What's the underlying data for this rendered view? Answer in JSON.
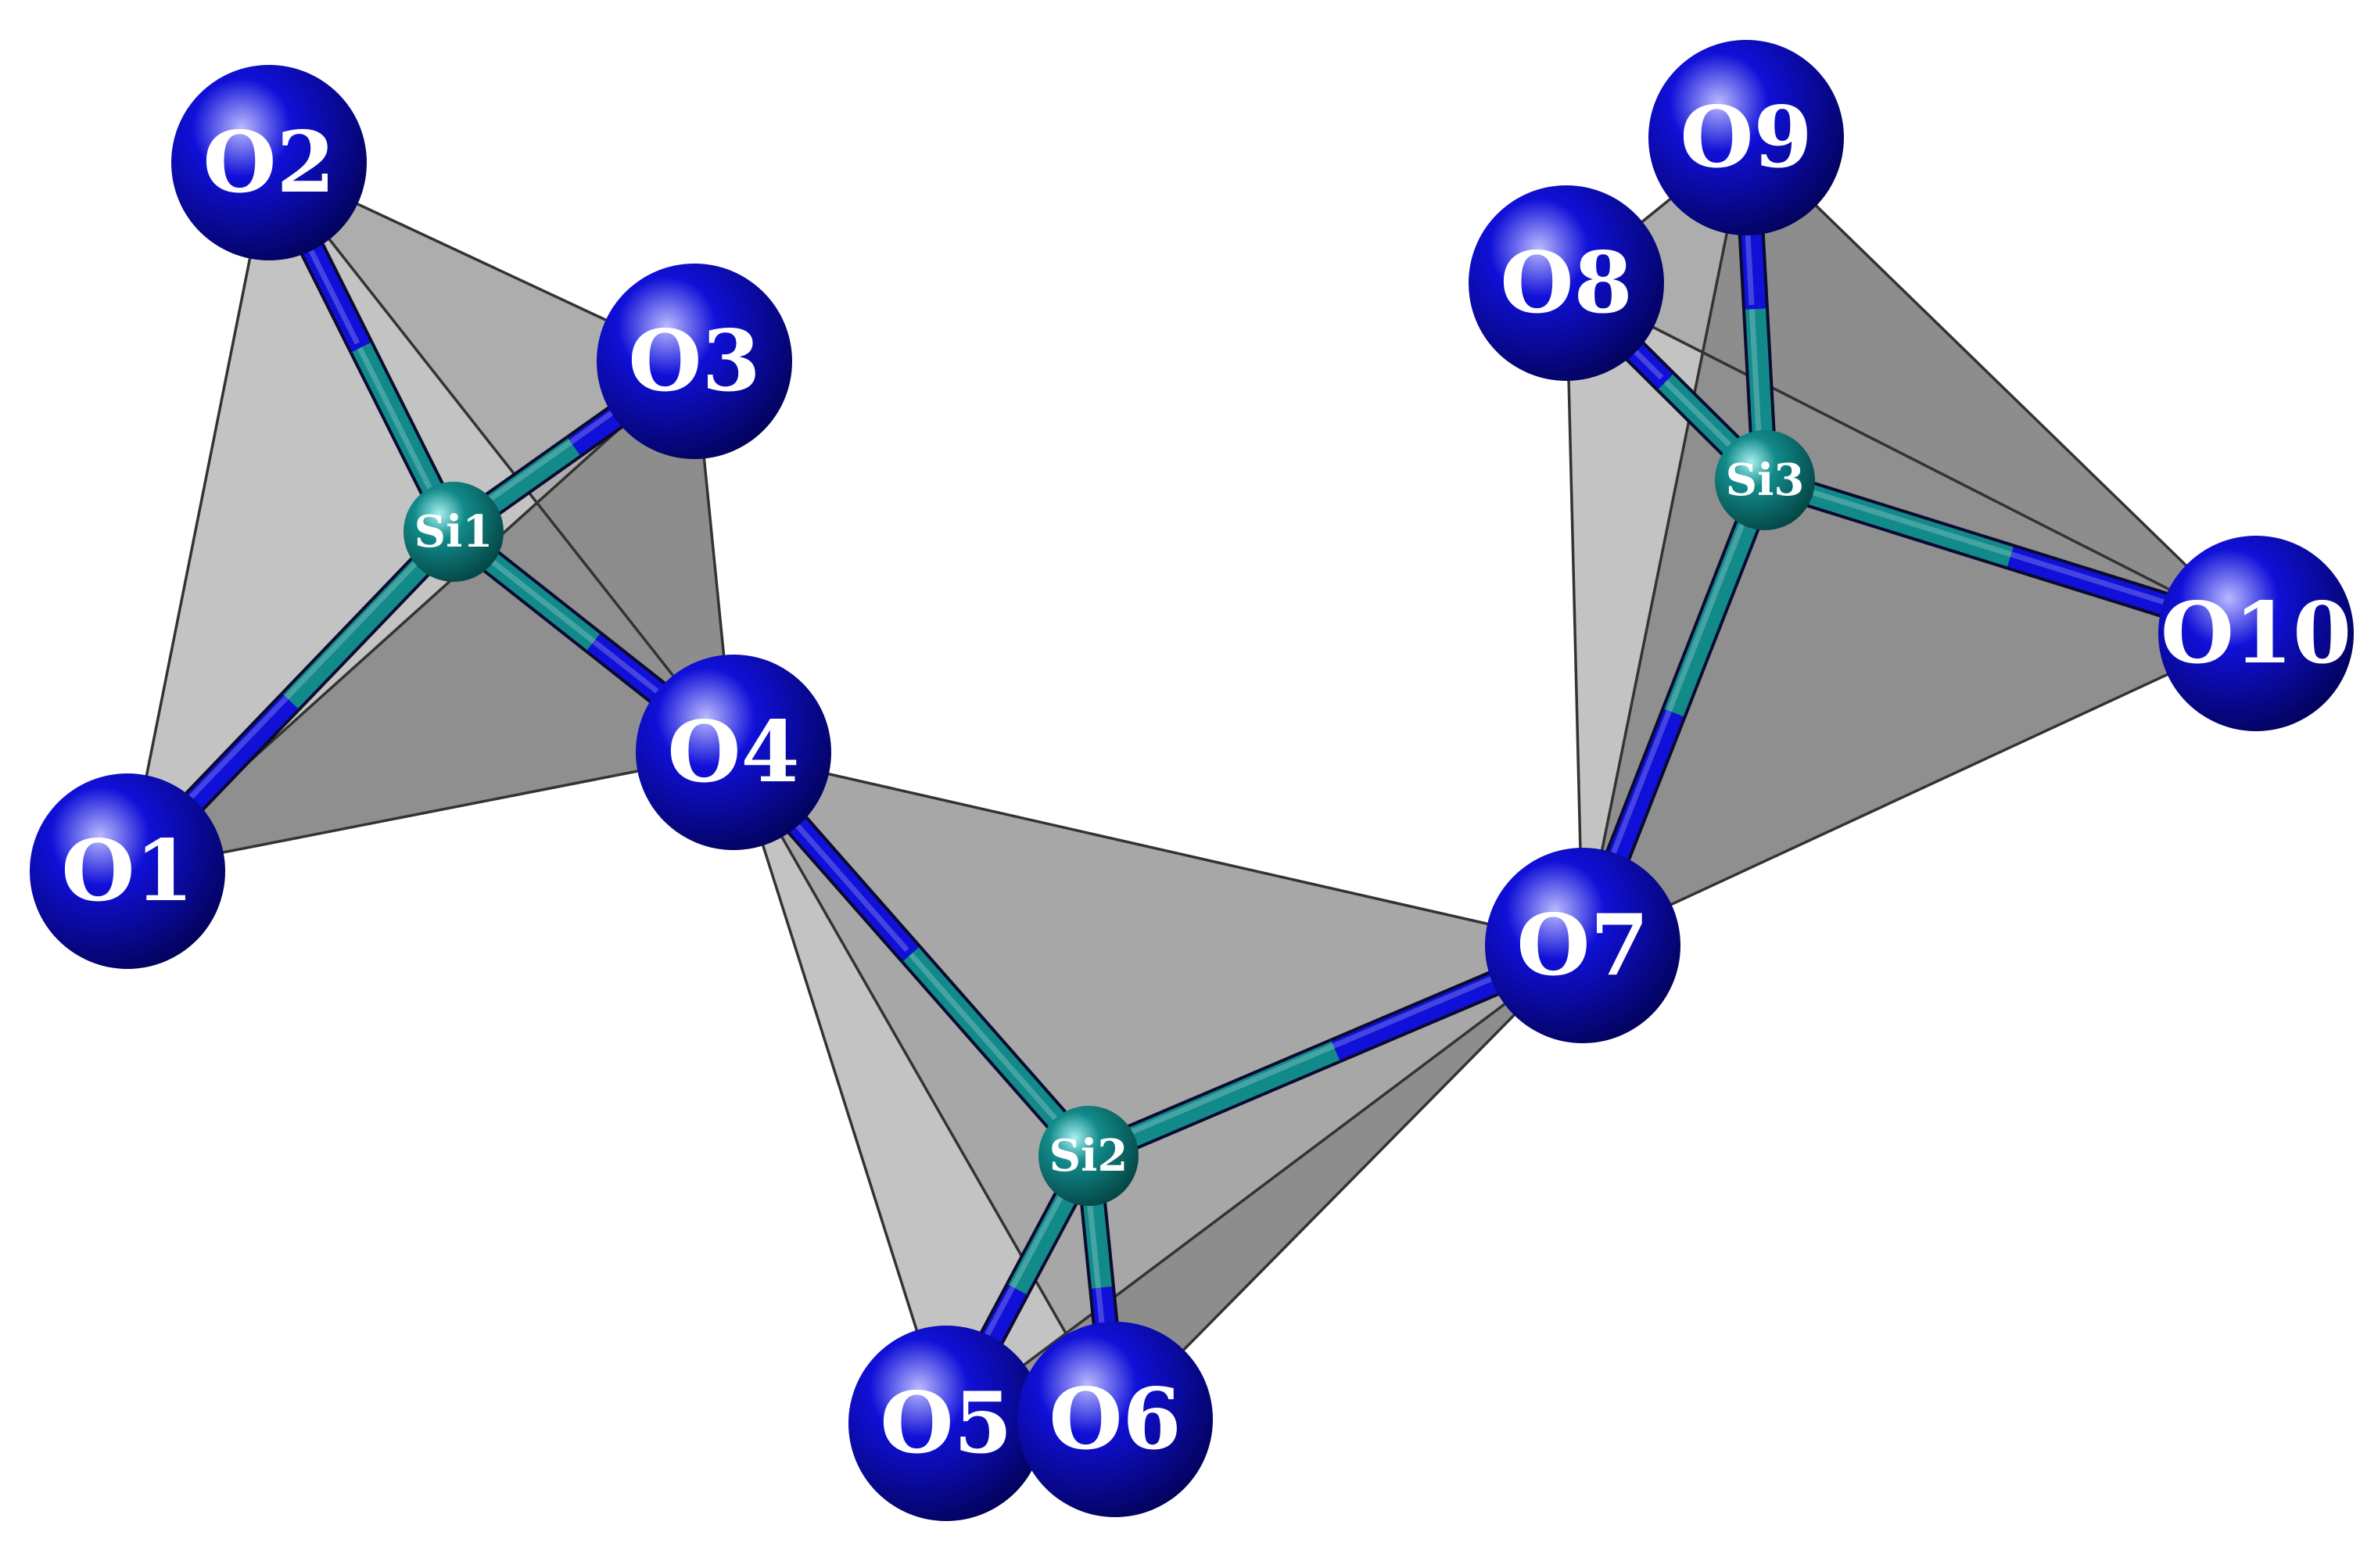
{
  "colors": {
    "oxygen": "#1010d8",
    "silicon": "#128a8a",
    "face_light": "#bdbdbd",
    "face_mid": "#a4a4a4",
    "face_dark": "#8a8a8a",
    "edge": "#333333",
    "label": "#ffffff"
  },
  "atoms": [
    {
      "id": "O1",
      "element": "O",
      "label": "O1"
    },
    {
      "id": "O2",
      "element": "O",
      "label": "O2"
    },
    {
      "id": "O3",
      "element": "O",
      "label": "O3"
    },
    {
      "id": "O4",
      "element": "O",
      "label": "O4"
    },
    {
      "id": "O5",
      "element": "O",
      "label": "O5"
    },
    {
      "id": "O6",
      "element": "O",
      "label": "O6"
    },
    {
      "id": "O7",
      "element": "O",
      "label": "O7"
    },
    {
      "id": "O8",
      "element": "O",
      "label": "O8"
    },
    {
      "id": "O9",
      "element": "O",
      "label": "O9"
    },
    {
      "id": "O10",
      "element": "O",
      "label": "O10"
    },
    {
      "id": "Si1",
      "element": "Si",
      "label": "Si1"
    },
    {
      "id": "Si2",
      "element": "Si",
      "label": "Si2"
    },
    {
      "id": "Si3",
      "element": "Si",
      "label": "Si3"
    }
  ],
  "bonds": [
    [
      "Si1",
      "O1"
    ],
    [
      "Si1",
      "O2"
    ],
    [
      "Si1",
      "O3"
    ],
    [
      "Si1",
      "O4"
    ],
    [
      "Si2",
      "O4"
    ],
    [
      "Si2",
      "O5"
    ],
    [
      "Si2",
      "O6"
    ],
    [
      "Si2",
      "O7"
    ],
    [
      "Si3",
      "O7"
    ],
    [
      "Si3",
      "O8"
    ],
    [
      "Si3",
      "O9"
    ],
    [
      "Si3",
      "O10"
    ]
  ],
  "tetrahedra": [
    {
      "center": "Si1",
      "vertices": [
        "O1",
        "O2",
        "O3",
        "O4"
      ]
    },
    {
      "center": "Si2",
      "vertices": [
        "O4",
        "O5",
        "O6",
        "O7"
      ]
    },
    {
      "center": "Si3",
      "vertices": [
        "O7",
        "O8",
        "O9",
        "O10"
      ]
    }
  ]
}
